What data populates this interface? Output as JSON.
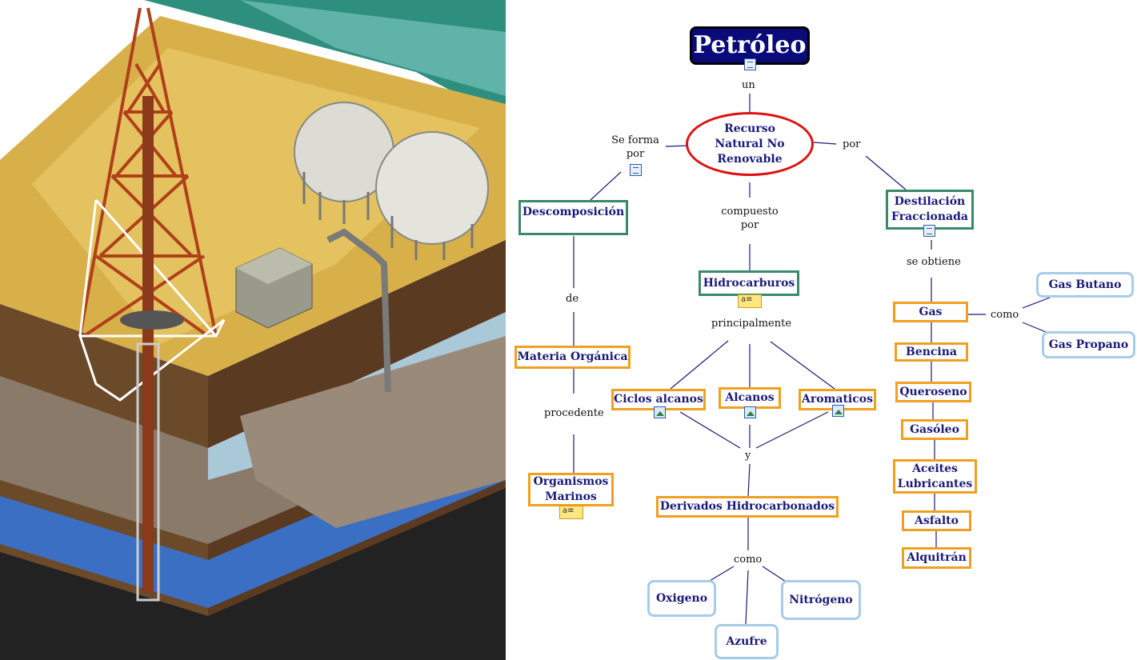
{
  "diagram": {
    "title": "Petróleo",
    "nodes": {
      "recurso": "Recurso Natural No Renovable",
      "descomposicion": "Descomposición",
      "materia": "Materia Orgánica",
      "organismos": "Organismos Marinos",
      "hidrocarburos": "Hidrocarburos",
      "ciclos": "Ciclos alcanos",
      "alcanos": "Alcanos",
      "aromaticos": "Aromaticos",
      "derivados": "Derivados Hidrocarbonados",
      "oxigeno": "Oxigeno",
      "azufre": "Azufre",
      "nitrogeno": "Nitrógeno",
      "destilacion": "Destilación Fraccionada",
      "gas": "Gas",
      "gas_butano": "Gas Butano",
      "gas_propano": "Gas Propano",
      "bencina": "Bencina",
      "queroseno": "Queroseno",
      "gasoleo": "Gasóleo",
      "aceites": "Aceites Lubricantes",
      "asfalto": "Asfalto",
      "alquitran": "Alquitrán"
    },
    "links": {
      "un": "un",
      "se_forma_por": "Se forma por",
      "por": "por",
      "de": "de",
      "procedente": "procedente",
      "compuesto_por": "compuesto por",
      "principalmente": "principalmente",
      "y": "y",
      "como_derivados": "como",
      "se_obtiene": "se obtiene",
      "como_gas": "como"
    }
  },
  "colors": {
    "title_bg": "#0a0a7a",
    "ellipse_border": "#dd1111",
    "green_border": "#3a8a6a",
    "orange_border": "#f0a020",
    "blue_border": "#a8cce8",
    "node_text": "#1a1a7a"
  },
  "icons": [
    "document-icon",
    "note-icon",
    "image-icon"
  ]
}
